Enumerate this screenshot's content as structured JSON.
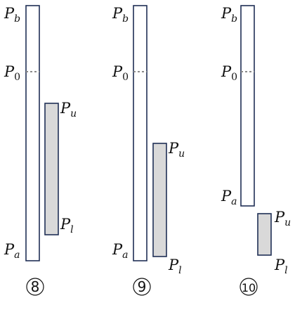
{
  "labels": {
    "p_letter": "P",
    "sub_b": "b",
    "sub_0": "0",
    "sub_a": "a",
    "sub_u": "u",
    "sub_l": "l"
  },
  "panels": [
    {
      "number": "8"
    },
    {
      "number": "9"
    },
    {
      "number": "10"
    }
  ]
}
